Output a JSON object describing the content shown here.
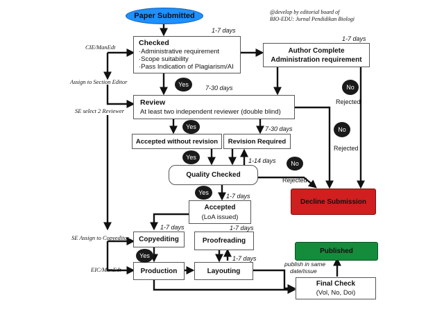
{
  "credit": {
    "line1": "@develop by editorial board of",
    "line2": "BIO-EDU: Jurnal Pendidikan Biologi"
  },
  "nodes": {
    "paper_submitted": "Paper Submitted",
    "checked": {
      "title": "Checked",
      "items": [
        "·Administrative requirement",
        "·Scope suitability",
        "·Pass Indication of Plagiarism/AI"
      ]
    },
    "author_complete": {
      "line1": "Author Complete",
      "line2": "Administration requirement"
    },
    "review": {
      "title": "Review",
      "subtitle": "At least two independent reviewer (double blind)"
    },
    "accepted_without_revision": "Accepted without revision",
    "revision_required": "Revision Required",
    "quality_checked": "Quality Checked",
    "decline_submission": "Decline Submission",
    "accepted": {
      "title": "Accepted",
      "subtitle": "(LoA issued)"
    },
    "copyediting": "Copyediting",
    "proofreading": "Proofreading",
    "production": "Production",
    "layouting": "Layouting",
    "published": "Published",
    "final_check": {
      "title": "Final Check",
      "subtitle": "(Vol, No, Doi)"
    }
  },
  "durations": {
    "after_submitted": "1-7 days",
    "to_author": "1-7 days",
    "review": "7-30 days",
    "revision": "7-30 days",
    "quality": "1-14 days",
    "accepted": "1-7 days",
    "copyediting": "1-7 days",
    "proofreading": "1-7 days",
    "layouting": "1-7 days"
  },
  "roles": {
    "cie_manedt": "CIE/ManEdt",
    "assign_section_editor": "Assign to Section Editor",
    "se_select_reviewer": "SE select 2 Reviewer",
    "se_assign_copyeditor": "SE Assign to Copyeditor",
    "eic_manedt": "EIC/ManEdt"
  },
  "decisions": {
    "yes": "Yes",
    "no": "No",
    "rejected": "Rejected",
    "publish_note_1": "publish in same",
    "publish_note_2": "date/issue"
  },
  "colors": {
    "start_fill": "#1e90ff",
    "decline_fill": "#d11f1f",
    "published_fill": "#148c3c",
    "badge_fill": "#1a1a1a"
  }
}
